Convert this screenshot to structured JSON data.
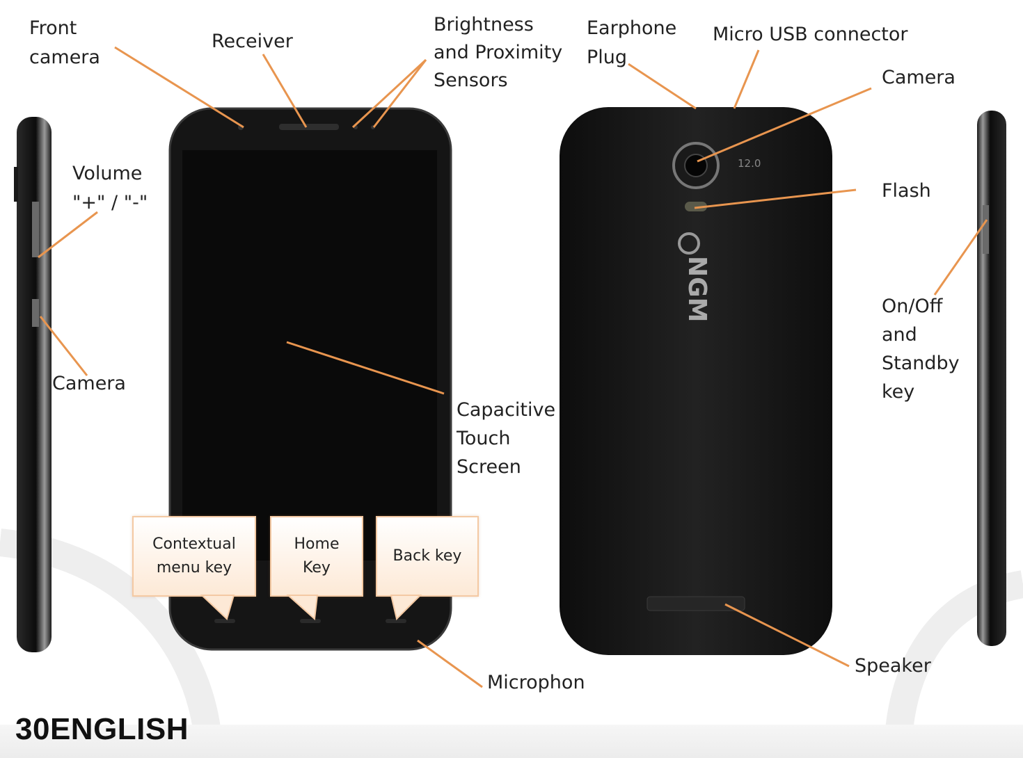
{
  "labels": {
    "front_camera": [
      "Front",
      "camera"
    ],
    "receiver": "Receiver",
    "sensors": [
      "Brightness",
      "and Proximity",
      "Sensors"
    ],
    "earphone_plug": [
      "Earphone",
      "Plug"
    ],
    "micro_usb": "Micro USB connector",
    "rear_camera": "Camera",
    "flash": "Flash",
    "volume": [
      "Volume",
      "\"+\" / \"-\""
    ],
    "side_camera": "Camera",
    "touch_screen": [
      "Capacitive",
      "Touch",
      "Screen"
    ],
    "on_off": [
      "On/Off",
      "and",
      "Standby",
      "key"
    ],
    "microphone": "Microphon",
    "speaker": "Speaker"
  },
  "callouts": {
    "menu_key": [
      "Contextual",
      "menu key"
    ],
    "home_key": [
      "Home",
      "Key"
    ],
    "back_key": "Back key"
  },
  "device": {
    "brand_logo": "NGM",
    "camera_badge": "12.0"
  },
  "page_number": "30ENGLISH",
  "colors": {
    "leader_line": "#e8954f",
    "phone_body": "#151515",
    "callout_border": "#f4c9a3"
  }
}
